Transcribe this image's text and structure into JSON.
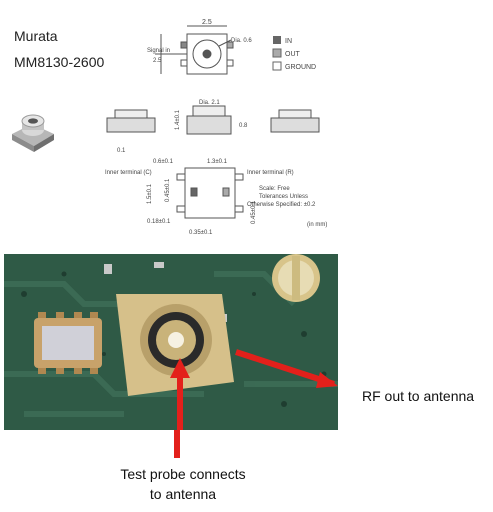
{
  "header": {
    "maker": "Murata",
    "part": "MM8130-2600"
  },
  "legend": {
    "in": "IN",
    "out": "OUT",
    "ground": "GROUND"
  },
  "drawing": {
    "signal_in": "Signal in",
    "dim_top_width": "2.5",
    "dim_top_height": "2.5",
    "dim_dia_06": "Dia. 0.6",
    "dim_dia_21": "Dia. 2.1",
    "dim_height": "1.4±0.1",
    "dim_08": "0.8",
    "dim_01": "0.1",
    "dim_06": "0.6±0.1",
    "dim_13": "1.3±0.1",
    "inner_c": "Inner terminal (C)",
    "inner_r": "Inner terminal (R)",
    "dim_15": "1.5±0.1",
    "dim_045a": "0.45±0.1",
    "dim_018": "0.18±0.1",
    "dim_035": "0.35±0.1",
    "dim_045b": "0.45±0.1",
    "scale": "Scale: Free",
    "tol1": "Tolerances Unless",
    "tol2": "Otherwise Specified: ±0.2",
    "units": "(in mm)"
  },
  "callouts": {
    "rf_out": "RF out to antenna",
    "probe_line1": "Test probe connects",
    "probe_line2": "to antenna"
  },
  "colors": {
    "pcb": "#2f5a46",
    "arrow": "#e3201b"
  }
}
